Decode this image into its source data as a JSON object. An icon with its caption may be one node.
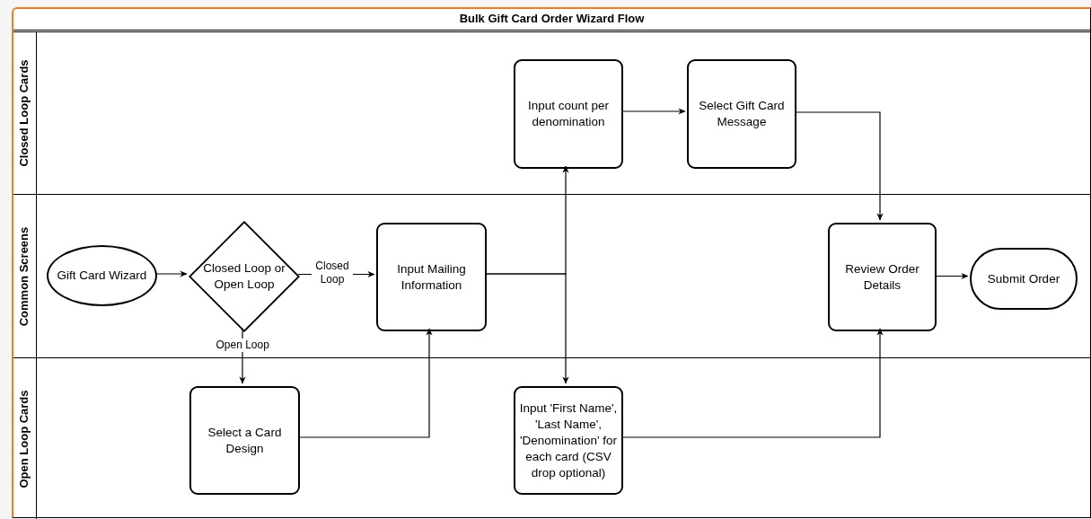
{
  "diagram": {
    "title": "Bulk Gift Card Order Wizard Flow",
    "nodes": [
      {
        "text": [],
        "shape": "box"
      },
      {
        "text": [
          "Closed Loop Cards"
        ],
        "in": 0
      },
      {
        "text": [
          "Common Screens"
        ],
        "in": 0
      },
      {
        "text": [
          "Open Loop Cards"
        ],
        "in": 0
      },
      {
        "text": [
          "Input count per denomination"
        ],
        "in": 1
      },
      {
        "text": [
          "Select Gift Card Message"
        ],
        "in": 1
      },
      {
        "text": [
          "Gift Card Wizard"
        ],
        "in": 2
      },
      {
        "text": [
          "Closed Loop or Open Loop"
        ],
        "in": 2
      },
      {
        "text": [
          "Input Mailing Information"
        ],
        "in": 2
      },
      {
        "text": [
          "Review Order Details"
        ],
        "in": 2
      },
      {
        "text": [
          "Submit Order"
        ],
        "in": 2
      },
      {
        "text": [
          "Select a Card Design"
        ],
        "in": 3
      },
      {
        "text": [
          "Input 'First Name', 'Last Name', 'Denomination' for each card (CSV drop optional)"
        ],
        "in": 3
      }
    ],
    "edges": [
      {
        "from": 6,
        "to": 7,
        "arrow": "to"
      },
      {
        "from": 7,
        "to": 8,
        "arrow": "to",
        "label": "Closed Loop"
      },
      {
        "from": 7,
        "to": 11,
        "arrow": "to",
        "label": "Open Loop"
      },
      {
        "from": 11,
        "to": 8,
        "arrow": "to"
      },
      {
        "from": 8,
        "to": 4,
        "arrow": "to"
      },
      {
        "from": 8,
        "to": 12,
        "arrow": "to"
      },
      {
        "from": 4,
        "to": 5,
        "arrow": "to"
      },
      {
        "from": 5,
        "to": 9,
        "arrow": "to"
      },
      {
        "from": 12,
        "to": 9,
        "arrow": "to"
      },
      {
        "from": 9,
        "to": 10,
        "arrow": "to"
      }
    ]
  }
}
